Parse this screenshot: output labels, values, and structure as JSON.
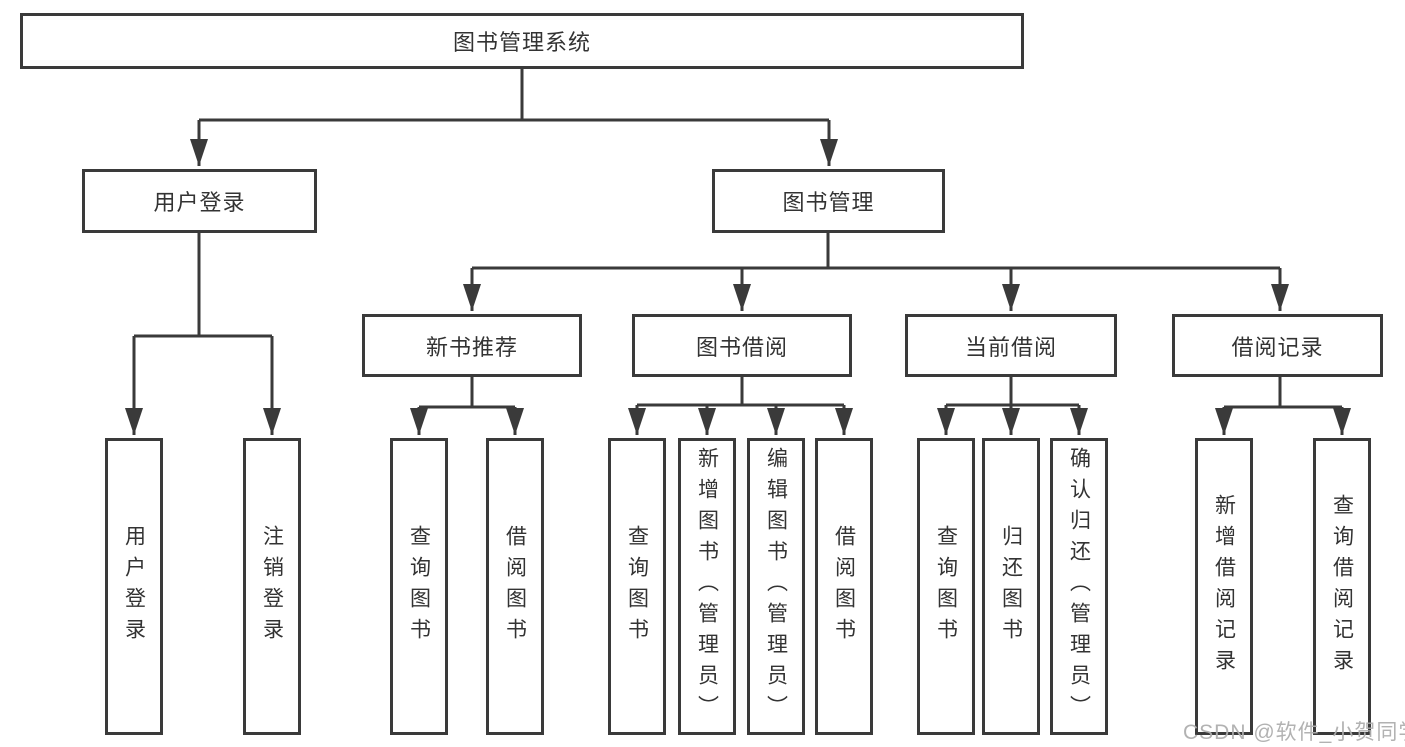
{
  "diagram": {
    "root": "图书管理系统",
    "branches": [
      {
        "label": "用户登录",
        "children": [
          "用户登录",
          "注销登录"
        ]
      },
      {
        "label": "图书管理",
        "sections": [
          {
            "label": "新书推荐",
            "children": [
              "查询图书",
              "借阅图书"
            ]
          },
          {
            "label": "图书借阅",
            "children": [
              "查询图书",
              "新增图书（管理员）",
              "编辑图书（管理员）",
              "借阅图书"
            ]
          },
          {
            "label": "当前借阅",
            "children": [
              "查询图书",
              "归还图书",
              "确认归还（管理员）"
            ]
          },
          {
            "label": "借阅记录",
            "children": [
              "新增借阅记录",
              "查询借阅记录"
            ]
          }
        ]
      }
    ]
  },
  "watermark": "CSDN @软件_小贺同学",
  "colors": {
    "line": "#3a3a3a",
    "box_border": "#3a3a3a",
    "text": "#333333",
    "watermark": "#aeaeae",
    "background": "#ffffff"
  }
}
